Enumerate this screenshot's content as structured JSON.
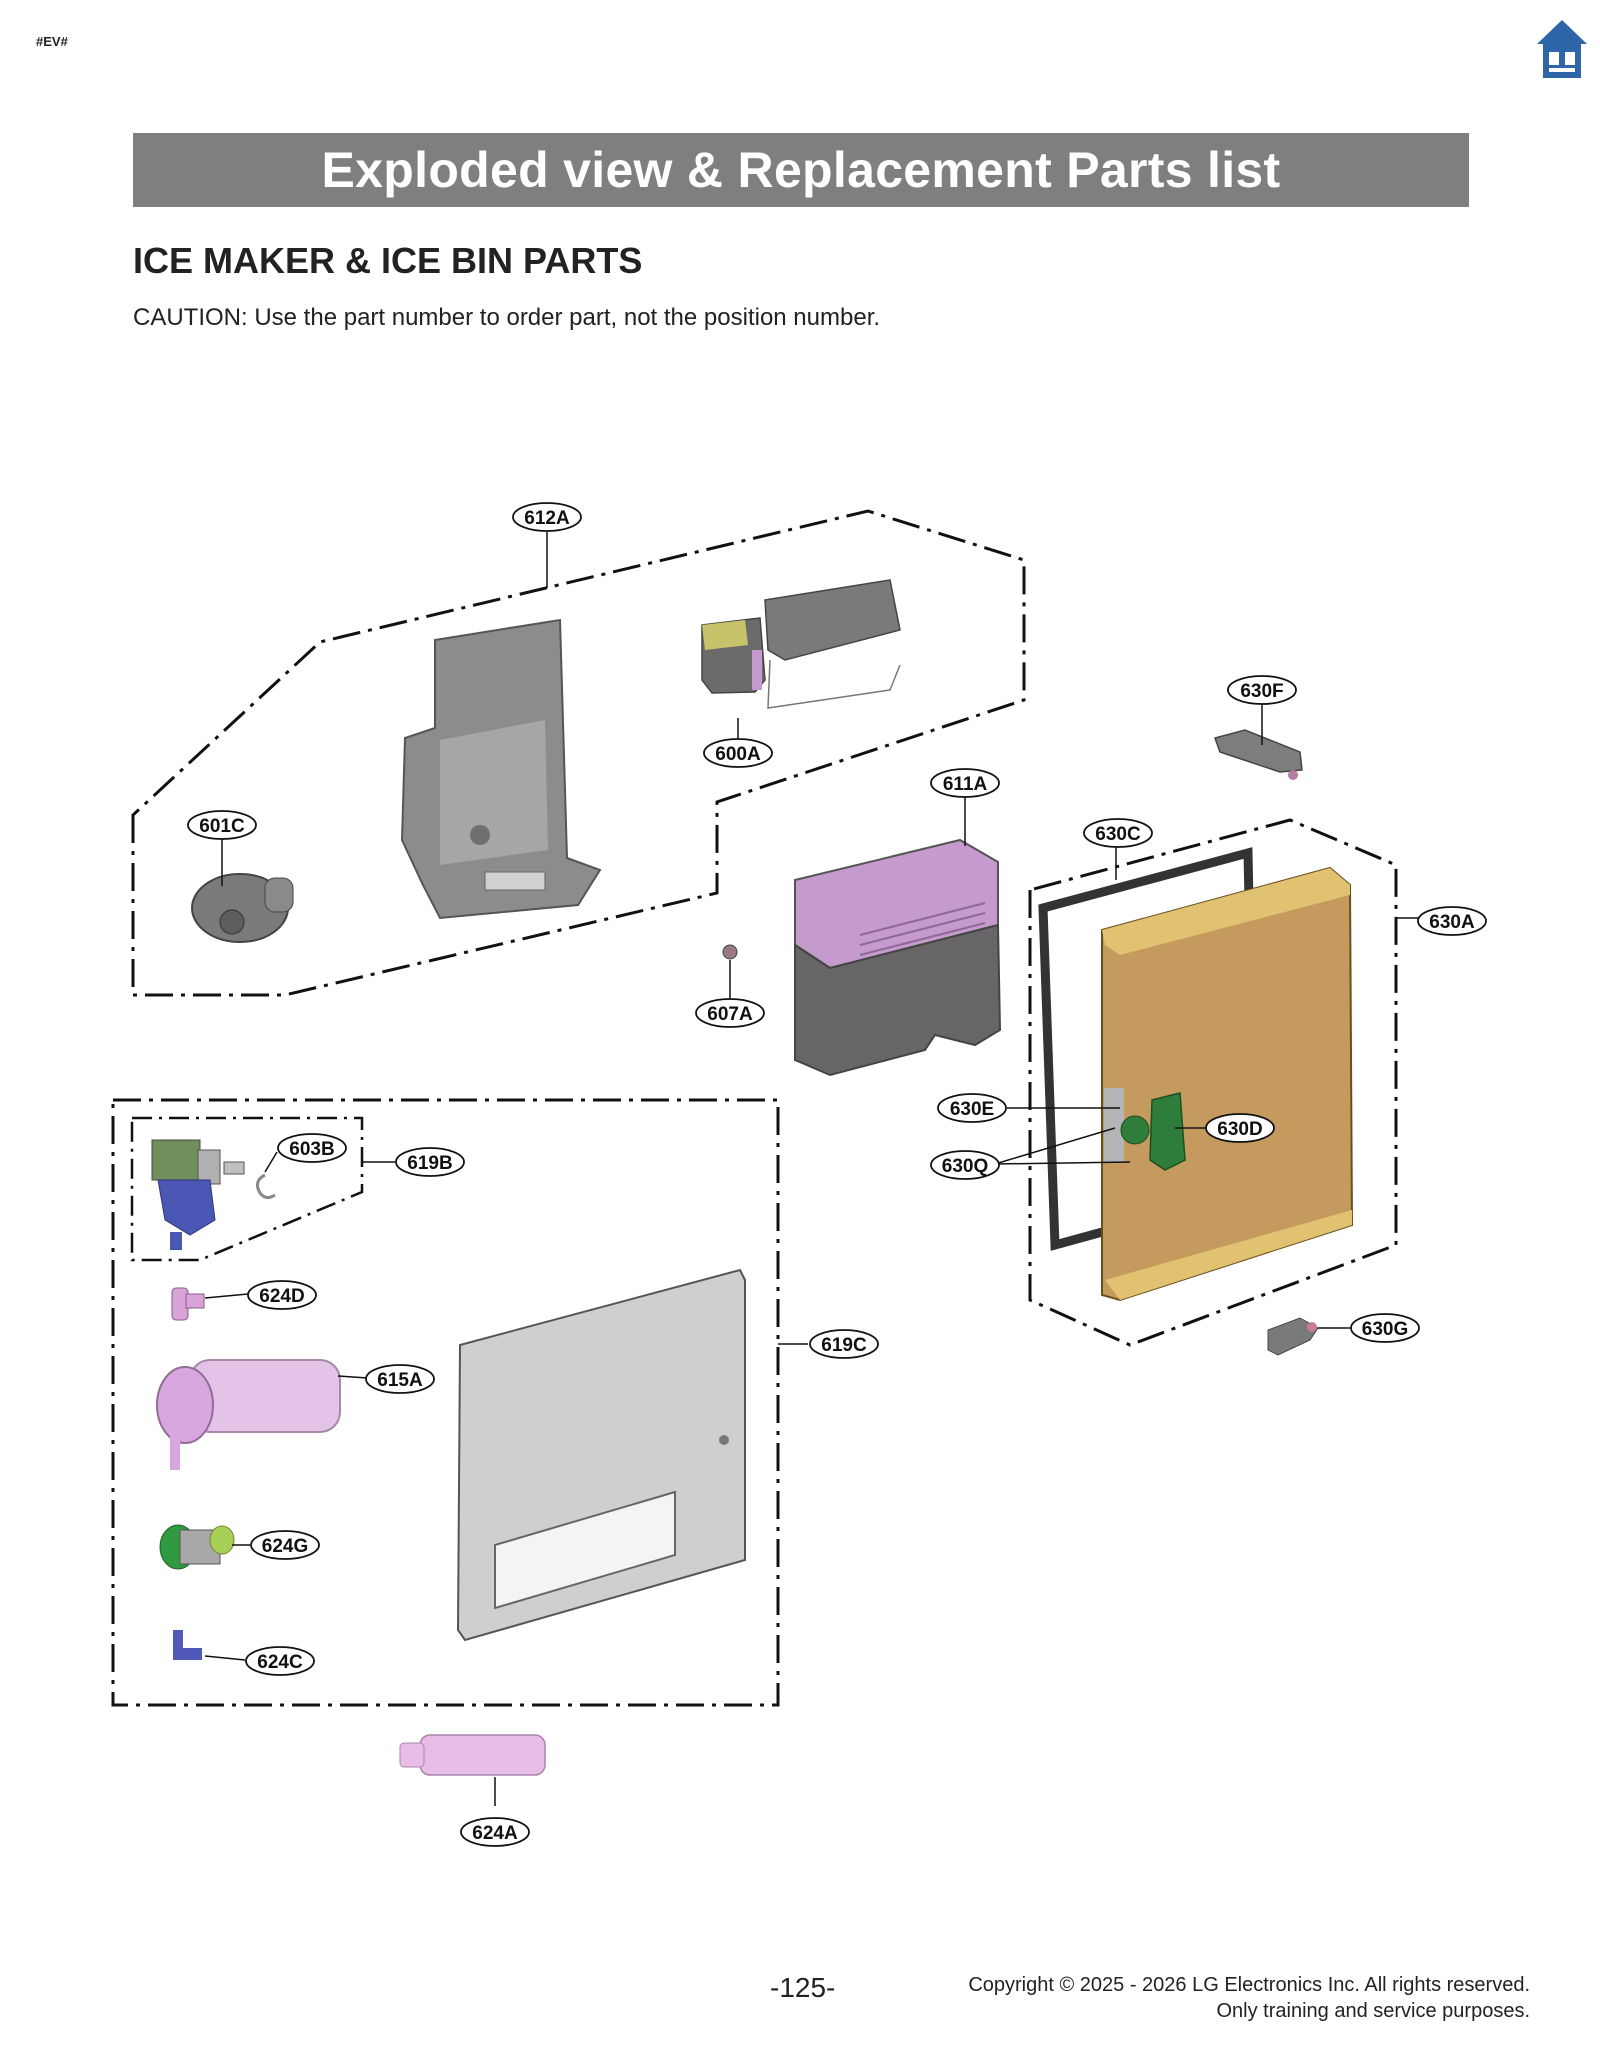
{
  "header": {
    "tag": "#EV#",
    "home_icon": "home-icon",
    "accent_color": "#2e64a8"
  },
  "banner": {
    "title": "Exploded view & Replacement Parts list",
    "color": "#7f7f7f"
  },
  "section": {
    "title": "ICE MAKER & ICE BIN PARTS",
    "caution": "CAUTION: Use the part number to order part, not the position number."
  },
  "callouts": {
    "c612A": "612A",
    "c600A": "600A",
    "c601C": "601C",
    "c611A": "611A",
    "c607A": "607A",
    "c630F": "630F",
    "c630C": "630C",
    "c630A": "630A",
    "c630E": "630E",
    "c630D": "630D",
    "c630Q": "630Q",
    "c630G": "630G",
    "c603B": "603B",
    "c619B": "619B",
    "c624D": "624D",
    "c615A": "615A",
    "c619C": "619C",
    "c624G": "624G",
    "c624C": "624C",
    "c624A": "624A"
  },
  "footer": {
    "page": "-125-",
    "copyright_line1": "Copyright © 2025 - 2026 LG Electronics Inc. All rights reserved.",
    "copyright_line2": "Only training and service purposes."
  }
}
